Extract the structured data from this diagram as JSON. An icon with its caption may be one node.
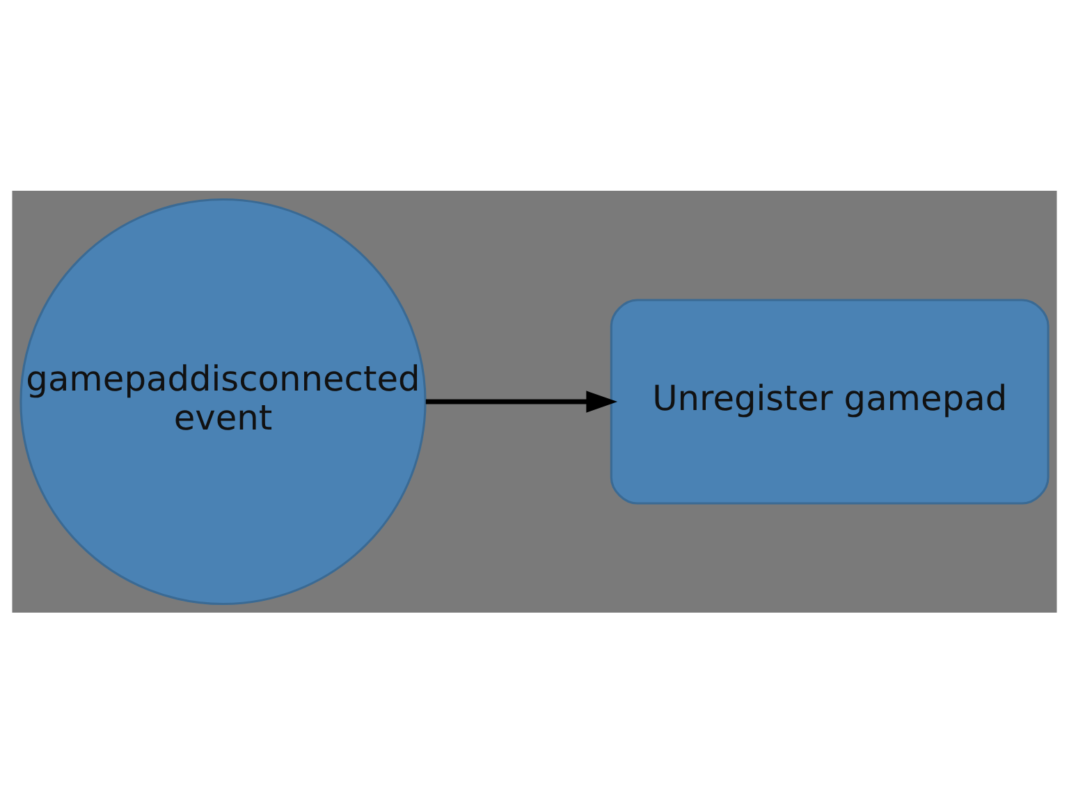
{
  "diagram": {
    "nodes": [
      {
        "text": [
          "gamepaddisconnected event"
        ]
      },
      {
        "text": [
          "Unregister gamepad"
        ]
      }
    ],
    "edges": [
      {
        "from": 0,
        "to": 1,
        "arrow": "to"
      }
    ]
  }
}
